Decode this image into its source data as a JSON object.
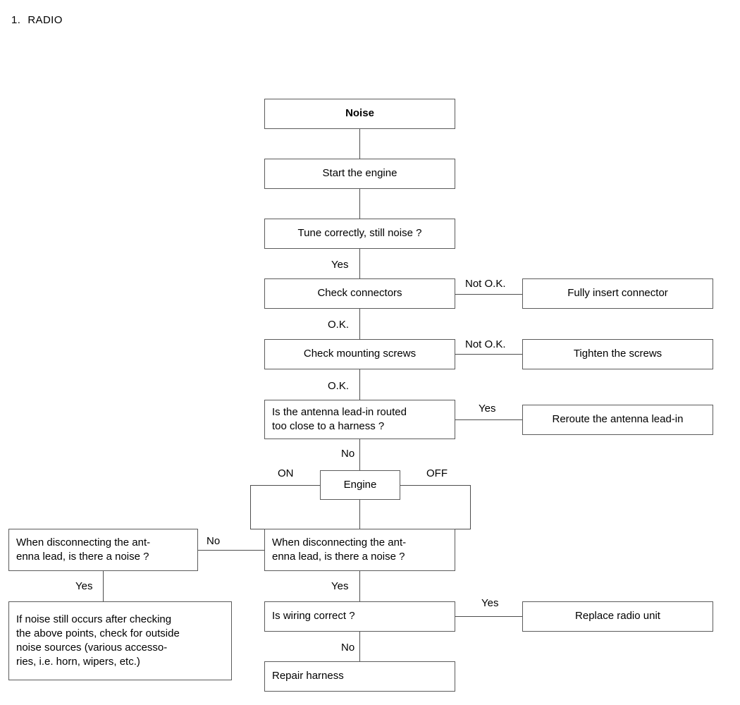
{
  "page": {
    "heading_number": "1.",
    "heading_title": "RADIO",
    "colors": {
      "line": "#4d4d4d",
      "box_border": "#5b5b5b",
      "background": "#ffffff",
      "text": "#000000"
    }
  },
  "chart_data": {
    "type": "diagram",
    "title": "1. RADIO",
    "diagram_kind": "troubleshooting-flowchart",
    "nodes": [
      {
        "id": "noise",
        "label": "Noise",
        "emphasis": "bold",
        "column": "main"
      },
      {
        "id": "start-engine",
        "label": "Start the engine",
        "emphasis": "normal",
        "column": "main"
      },
      {
        "id": "tune-correctly",
        "label": "Tune correctly, still noise ?",
        "emphasis": "normal",
        "column": "main"
      },
      {
        "id": "check-connectors",
        "label": "Check connectors",
        "emphasis": "normal",
        "column": "main"
      },
      {
        "id": "fully-insert",
        "label": "Fully insert connector",
        "emphasis": "normal",
        "column": "right"
      },
      {
        "id": "check-screws",
        "label": "Check mounting screws",
        "emphasis": "normal",
        "column": "main"
      },
      {
        "id": "tighten-screws",
        "label": "Tighten the screws",
        "emphasis": "normal",
        "column": "right"
      },
      {
        "id": "antenna-routed",
        "label": "Is the antenna lead-in routed too close to a harness ?",
        "emphasis": "normal",
        "column": "main"
      },
      {
        "id": "reroute-antenna",
        "label": "Reroute the antenna lead-in",
        "emphasis": "normal",
        "column": "right"
      },
      {
        "id": "engine",
        "label": "Engine",
        "emphasis": "normal",
        "column": "main"
      },
      {
        "id": "disconnect-left",
        "label": "When disconnecting the ant-enna lead, is there a noise ?",
        "emphasis": "normal",
        "column": "left"
      },
      {
        "id": "disconnect-right",
        "label": "When disconnecting  the ant-enna lead, is there a noise ?",
        "emphasis": "normal",
        "column": "main"
      },
      {
        "id": "outside-noise",
        "label": "If noise still occurs after checking the above points, check for outside noise sources (various accesso-ries, i.e. horn, wipers, etc.)",
        "emphasis": "normal",
        "column": "left"
      },
      {
        "id": "wiring-correct",
        "label": "Is wiring correct ?",
        "emphasis": "normal",
        "column": "main"
      },
      {
        "id": "replace-radio",
        "label": "Replace radio unit",
        "emphasis": "normal",
        "column": "right"
      },
      {
        "id": "repair-harness",
        "label": "Repair harness",
        "emphasis": "normal",
        "column": "main"
      }
    ],
    "edges": [
      {
        "from": "noise",
        "to": "start-engine",
        "label": ""
      },
      {
        "from": "start-engine",
        "to": "tune-correctly",
        "label": ""
      },
      {
        "from": "tune-correctly",
        "to": "check-connectors",
        "label": "Yes"
      },
      {
        "from": "check-connectors",
        "to": "fully-insert",
        "label": "Not O.K."
      },
      {
        "from": "check-connectors",
        "to": "check-screws",
        "label": "O.K."
      },
      {
        "from": "check-screws",
        "to": "tighten-screws",
        "label": "Not O.K."
      },
      {
        "from": "check-screws",
        "to": "antenna-routed",
        "label": "O.K."
      },
      {
        "from": "antenna-routed",
        "to": "reroute-antenna",
        "label": "Yes"
      },
      {
        "from": "antenna-routed",
        "to": "engine",
        "label": "No"
      },
      {
        "from": "engine",
        "to": "disconnect-right",
        "label": "ON"
      },
      {
        "from": "engine",
        "to": "disconnect-right",
        "label": "OFF"
      },
      {
        "from": "disconnect-right",
        "to": "disconnect-left",
        "label": "No"
      },
      {
        "from": "disconnect-left",
        "to": "outside-noise",
        "label": "Yes"
      },
      {
        "from": "disconnect-right",
        "to": "wiring-correct",
        "label": "Yes"
      },
      {
        "from": "wiring-correct",
        "to": "replace-radio",
        "label": "Yes"
      },
      {
        "from": "wiring-correct",
        "to": "repair-harness",
        "label": "No"
      }
    ]
  },
  "boxes": {
    "noise": {
      "label": "Noise"
    },
    "start_engine": {
      "label": "Start the engine"
    },
    "tune_correctly": {
      "label": "Tune correctly, still noise ?"
    },
    "check_connectors": {
      "label": "Check connectors"
    },
    "fully_insert": {
      "label": "Fully insert connector"
    },
    "check_screws": {
      "label": "Check mounting screws"
    },
    "tighten_screws": {
      "label": "Tighten the screws"
    },
    "antenna_line1": {
      "label": "Is the antenna lead-in routed"
    },
    "antenna_line2": {
      "label": "too close to a harness ?"
    },
    "reroute_antenna": {
      "label": "Reroute the antenna lead-in"
    },
    "engine": {
      "label": "Engine"
    },
    "disc_left_line1": {
      "label": "When disconnecting the ant-"
    },
    "disc_left_line2": {
      "label": "enna lead, is there a noise ?"
    },
    "disc_right_line1": {
      "label": "When disconnecting  the ant-"
    },
    "disc_right_line2": {
      "label": "enna lead, is there a noise ?"
    },
    "note_line1": {
      "label": "If noise still occurs after checking"
    },
    "note_line2": {
      "label": "the above points, check for outside"
    },
    "note_line3": {
      "label": "noise sources (various accesso-"
    },
    "note_line4": {
      "label": "ries, i.e. horn, wipers, etc.)"
    },
    "wiring_correct": {
      "label": "Is wiring correct ?"
    },
    "replace_radio": {
      "label": "Replace radio unit"
    },
    "repair_harness": {
      "label": "Repair harness"
    }
  },
  "labels": {
    "yes_tune": "Yes",
    "notok_connector": "Not O.K.",
    "ok_connector": "O.K.",
    "notok_screws": "Not O.K.",
    "ok_screws": "O.K.",
    "yes_antenna": "Yes",
    "no_antenna": "No",
    "engine_on": "ON",
    "engine_off": "OFF",
    "no_disconnect": "No",
    "yes_left": "Yes",
    "yes_right": "Yes",
    "yes_wiring": "Yes",
    "no_wiring": "No"
  }
}
